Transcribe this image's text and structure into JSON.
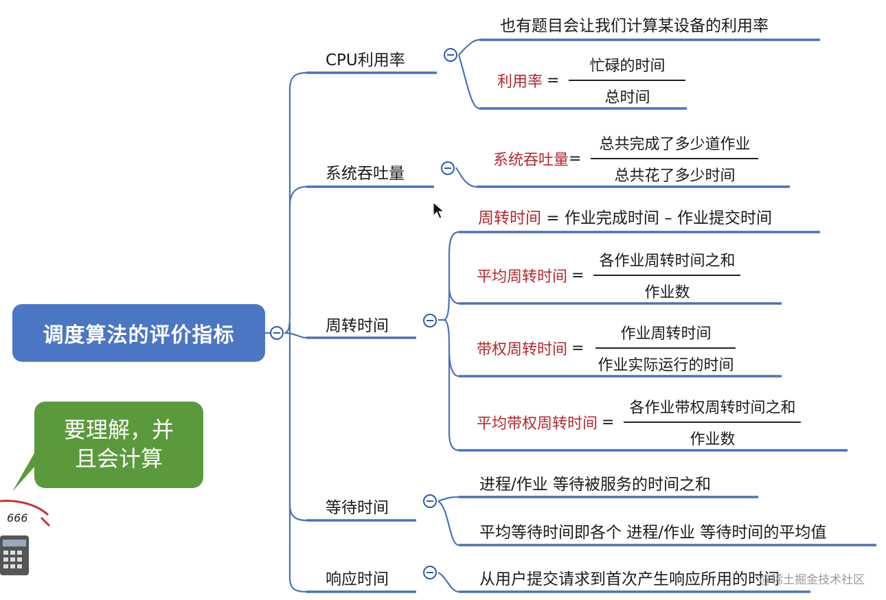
{
  "root": {
    "label": "调度算法的评价指标"
  },
  "branches": {
    "cpu": {
      "label": "CPU利用率",
      "note": "也有题目会让我们计算某设备的利用率",
      "formula": {
        "name": "利用率",
        "eq": "=",
        "numerator": "忙碌的时间",
        "denominator": "总时间"
      }
    },
    "throughput": {
      "label": "系统吞吐量",
      "formula": {
        "name": "系统吞吐量",
        "eq": "=",
        "numerator": "总共完成了多少道作业",
        "denominator": "总共花了多少时间"
      }
    },
    "turnaround": {
      "label": "周转时间",
      "def": {
        "name": "周转时间",
        "rest": " = 作业完成时间 – 作业提交时间"
      },
      "avg": {
        "name": "平均周转时间",
        "eq": "=",
        "numerator": "各作业周转时间之和",
        "denominator": "作业数"
      },
      "weighted": {
        "name": "带权周转时间",
        "eq": "=",
        "numerator": "作业周转时间",
        "denominator": "作业实际运行的时间"
      },
      "avg_weighted": {
        "name": "平均带权周转时间",
        "eq": "=",
        "numerator": "各作业带权周转时间之和",
        "denominator": "作业数"
      }
    },
    "waiting": {
      "label": "等待时间",
      "item1": "进程/作业 等待被服务的时间之和",
      "item2": "平均等待时间即各个 进程/作业 等待时间的平均值"
    },
    "response": {
      "label": "响应时间",
      "item1": "从用户提交请求到首次产生响应所用的时间"
    }
  },
  "bubble": {
    "text_line1": "要理解，并",
    "text_line2": "且会计算"
  },
  "mascot": {
    "calc_display": "666"
  },
  "watermark": "@稀土掘金技术社区",
  "colors": {
    "branch_line": "#4a72b5",
    "root_fill": "#4a76c4",
    "term_red": "#b5272d",
    "bubble_fill": "#5a9a3c"
  }
}
